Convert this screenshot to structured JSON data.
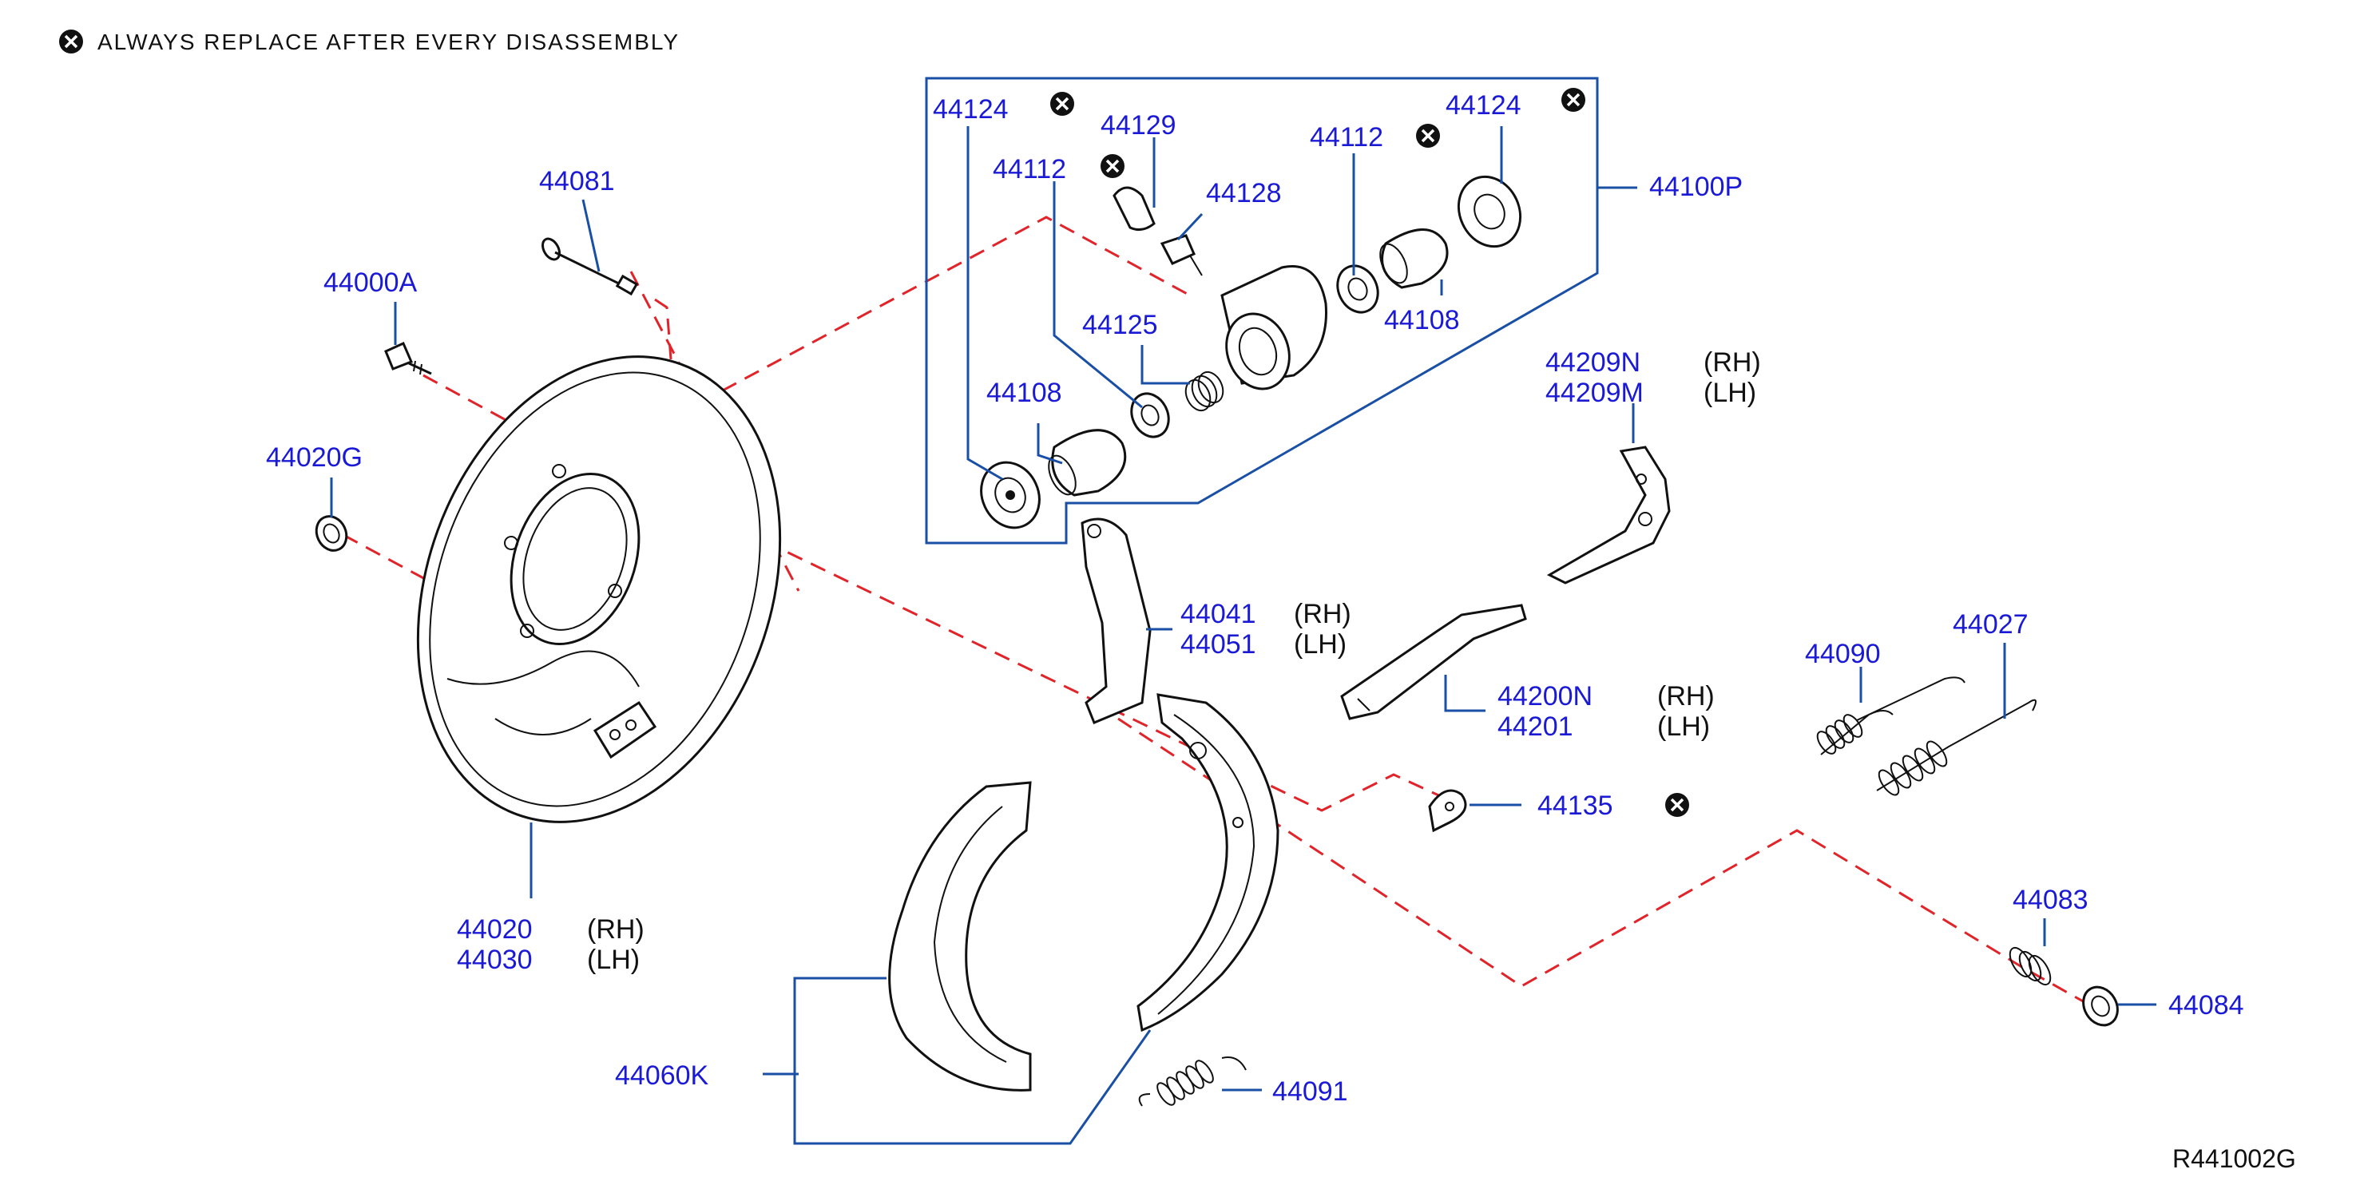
{
  "legend": {
    "text": "ALWAYS   REPLACE   AFTER   EVERY   DISASSEMBLY",
    "icon": "x-circle-icon"
  },
  "reference_code": "R441002G",
  "colors": {
    "label": "#1a1ad6",
    "leader": "#1a4fa6",
    "dashed_line": "#e0242a",
    "outline": "#111111"
  },
  "labels": {
    "p44124a": "44124",
    "p44124b": "44124",
    "p44129": "44129",
    "p44112a": "44112",
    "p44112b": "44112",
    "p44128": "44128",
    "p44100P": "44100P",
    "p44125": "44125",
    "p44108a": "44108",
    "p44108b": "44108",
    "p44081": "44081",
    "p44000A": "44000A",
    "p44020G": "44020G",
    "p44209N": "44209N",
    "p44209M": "44209M",
    "p44041": "44041",
    "p44051": "44051",
    "p44200N": "44200N",
    "p44201": "44201",
    "p44090": "44090",
    "p44027": "44027",
    "p44135": "44135",
    "p44020": "44020",
    "p44030": "44030",
    "p44083": "44083",
    "p44084": "44084",
    "p44060K": "44060K",
    "p44091": "44091"
  },
  "sides": {
    "rh": "(RH)",
    "lh": "(LH)"
  }
}
